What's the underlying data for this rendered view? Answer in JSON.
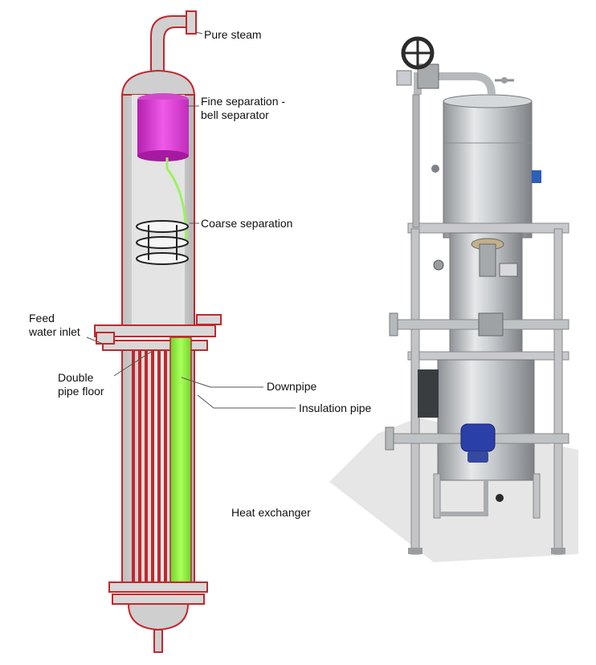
{
  "labels": {
    "pure_steam": "Pure steam",
    "fine_sep_line1": "Fine separation -",
    "fine_sep_line2": "bell separator",
    "coarse_separation": "Coarse separation",
    "feed_line1": "Feed",
    "feed_line2": "water inlet",
    "double_line1": "Double",
    "double_line2": "pipe floor",
    "downpipe": "Downpipe",
    "insulation_pipe": "Insulation pipe",
    "heat_exchanger": "Heat exchanger"
  },
  "colors": {
    "vessel_outline": "#c0282d",
    "vessel_fill": "#d9d9d9",
    "bell_separator": "#e83ee0",
    "downpipe": "#8ef23a",
    "steel": "#b9bcc0",
    "frame": "#c7c9cc",
    "valve_blue": "#2a3fa8"
  }
}
